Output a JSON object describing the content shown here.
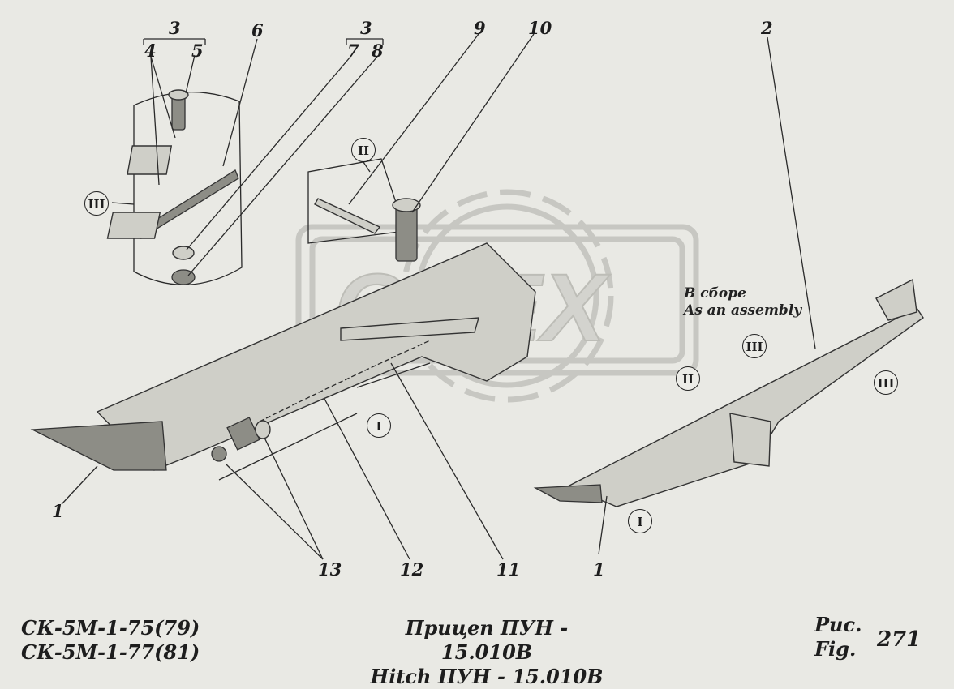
{
  "callouts": {
    "n1_left": "1",
    "n1_right": "1",
    "n2": "2",
    "n3_a": "3",
    "n3_b": "3",
    "n4": "4",
    "n5": "5",
    "n6": "6",
    "n7": "7",
    "n8": "8",
    "n9": "9",
    "n10": "10",
    "n11": "11",
    "n12": "12",
    "n13": "13"
  },
  "views": {
    "I_main": "I",
    "I_right": "I",
    "II_detail": "II",
    "II_right": "II",
    "III_detail": "III",
    "III_right_a": "III",
    "III_right_b": "III"
  },
  "assembly_label": {
    "ru": "В сборе",
    "en": "As an assembly"
  },
  "watermark": "OREX",
  "footer": {
    "model_line_1": "СК-5М-1-75(79)",
    "model_line_2": "СК-5М-1-77(81)",
    "title_ru": "Прицеп ПУН - 15.010В",
    "title_en": "Hitch ПУН - 15.010В",
    "fig_ru": "Рис.",
    "fig_en": "Fig.",
    "figure_number": "271"
  }
}
